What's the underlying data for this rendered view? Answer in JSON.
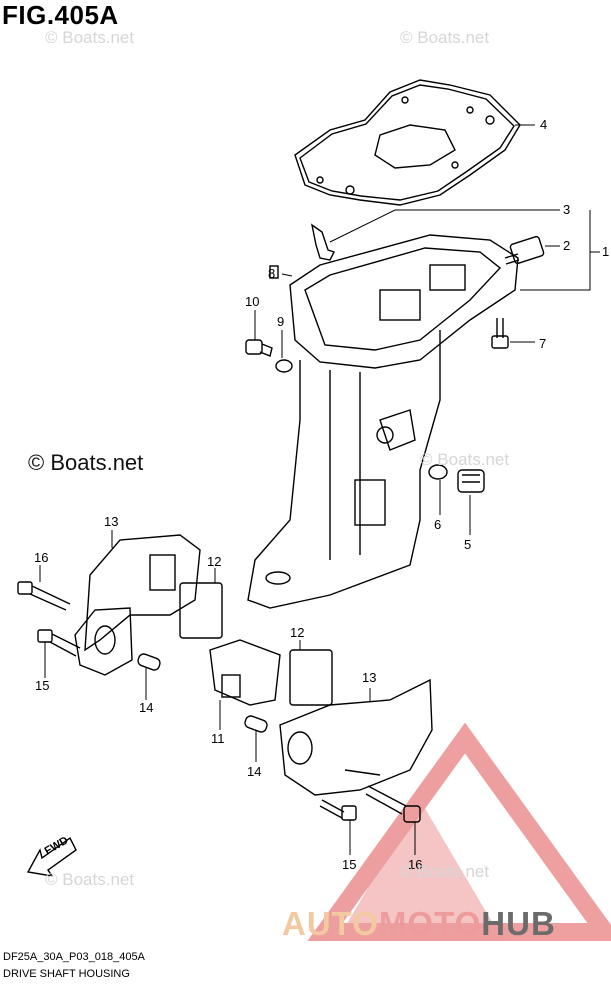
{
  "figure": {
    "title": "FIG.405A"
  },
  "callouts": {
    "c1": "1",
    "c2": "2",
    "c3": "3",
    "c4": "4",
    "c5": "5",
    "c6": "6",
    "c7": "7",
    "c8": "8",
    "c9": "9",
    "c10": "10",
    "c11": "11",
    "c12a": "12",
    "c12b": "12",
    "c13a": "13",
    "c13b": "13",
    "c14a": "14",
    "c14b": "14",
    "c15a": "15",
    "c15b": "15",
    "c16a": "16",
    "c16b": "16"
  },
  "watermarks": {
    "w1": "© Boats.net",
    "w2": "© Boats.net",
    "w3": "© Boats.net",
    "w4": "© Boats.net",
    "w5": "© Boats.net",
    "w6": "© Boats.net"
  },
  "fwd_label": "FWD",
  "footer": {
    "code": "DF25A_30A_P03_018_405A",
    "caption": "DRIVE SHAFT HOUSING"
  },
  "brand": {
    "auto": "AUTO",
    "moto": "MOTO",
    "hub": "HUB"
  },
  "colors": {
    "line": "#000000",
    "brand_auto": "#f2c9a0",
    "brand_moto": "#ee9b9b",
    "brand_hub": "#6b6b6b",
    "logo_red": "#e05050"
  }
}
